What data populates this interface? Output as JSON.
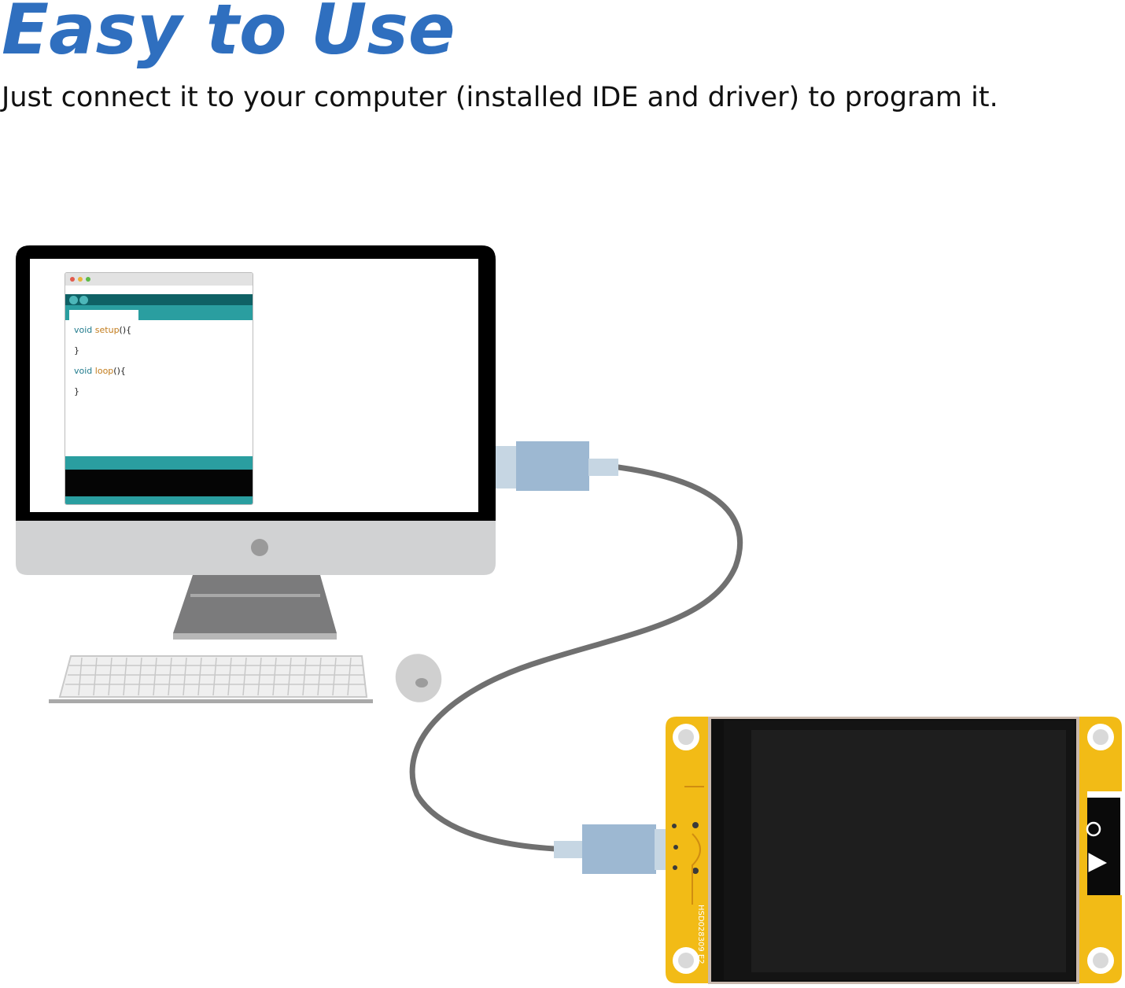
{
  "header": {
    "title": "Easy to Use",
    "subtitle": "Just connect it to your computer (installed IDE and driver) to program it."
  },
  "ide": {
    "code_lines": [
      {
        "keyword": "void",
        "name": "setup",
        "rest": "(){"
      },
      {
        "text": "}"
      },
      {
        "keyword": "void",
        "name": "loop",
        "rest": "(){"
      },
      {
        "text": "}"
      }
    ]
  },
  "board": {
    "label": "HSD028309   E2"
  },
  "colors": {
    "title_blue": "#2f6fbf",
    "usb_connector": "#9db8d2",
    "cable": "#707070",
    "pcb_yellow": "#f2bb16",
    "ide_teal": "#2a9ea0",
    "ide_dark_teal": "#0f6165"
  },
  "icons": [
    "desktop-monitor-icon",
    "keyboard-icon",
    "mouse-icon",
    "usb-cable-icon",
    "lcd-board-icon"
  ]
}
